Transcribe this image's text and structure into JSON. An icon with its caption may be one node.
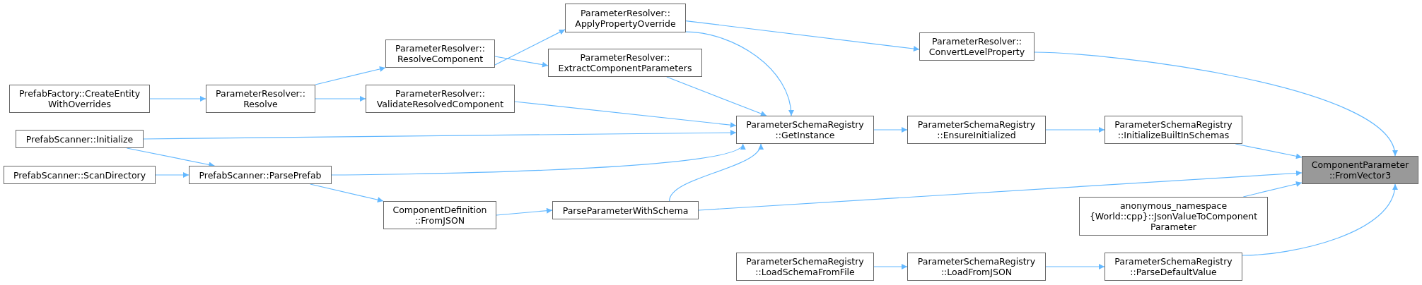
{
  "diagram": {
    "nodes": [
      {
        "text": [
          "PrefabFactory::CreateEntity WithOverrides"
        ]
      },
      {
        "text": [
          "ParameterResolver:: Resolve"
        ]
      },
      {
        "text": [
          "ParameterResolver:: ResolveComponent"
        ]
      },
      {
        "text": [
          "ParameterResolver:: ValidateResolvedComponent"
        ]
      },
      {
        "text": [
          "PrefabScanner::Initialize"
        ]
      },
      {
        "text": [
          "PrefabScanner::ScanDirectory"
        ]
      },
      {
        "text": [
          "PrefabScanner::ParsePrefab"
        ]
      },
      {
        "text": [
          "ComponentDefinition ::FromJSON"
        ]
      },
      {
        "text": [
          "ParameterResolver:: ApplyPropertyOverride"
        ]
      },
      {
        "text": [
          "ParameterResolver:: ExtractComponentParameters"
        ]
      },
      {
        "text": [
          "ParameterSchemaRegistry ::GetInstance"
        ]
      },
      {
        "text": [
          "ParseParameterWithSchema"
        ]
      },
      {
        "text": [
          "ParameterSchemaRegistry ::LoadSchemaFromFile"
        ]
      },
      {
        "text": [
          "ParameterResolver:: ConvertLevelProperty"
        ]
      },
      {
        "text": [
          "ParameterSchemaRegistry ::EnsureInitialized"
        ]
      },
      {
        "text": [
          "ParameterSchemaRegistry ::LoadFromJSON"
        ]
      },
      {
        "text": [
          "ParameterSchemaRegistry ::InitializeBuiltInSchemas"
        ]
      },
      {
        "text": [
          "anonymous_namespace {World::cpp}::JsonValueToComponent Parameter"
        ]
      },
      {
        "text": [
          "ParameterSchemaRegistry ::ParseDefaultValue"
        ]
      },
      {
        "text": [
          "ComponentParameter ::FromVector3"
        ]
      }
    ],
    "edges": [
      {
        "from": 0,
        "to": 1,
        "arrow": "to"
      },
      {
        "from": 1,
        "to": 2,
        "arrow": "to"
      },
      {
        "from": 1,
        "to": 3,
        "arrow": "to"
      },
      {
        "from": 4,
        "to": 6,
        "arrow": "to"
      },
      {
        "from": 5,
        "to": 6,
        "arrow": "to"
      },
      {
        "from": 6,
        "to": 7,
        "arrow": "to"
      },
      {
        "from": 2,
        "to": 8,
        "arrow": "to"
      },
      {
        "from": 2,
        "to": 9,
        "arrow": "to"
      },
      {
        "from": 3,
        "to": 10,
        "arrow": "to"
      },
      {
        "from": 4,
        "to": 10,
        "arrow": "to"
      },
      {
        "from": 6,
        "to": 10,
        "arrow": "to"
      },
      {
        "from": 7,
        "to": 11,
        "arrow": "to"
      },
      {
        "from": 8,
        "to": 10,
        "arrow": "to"
      },
      {
        "from": 9,
        "to": 10,
        "arrow": "to"
      },
      {
        "from": 11,
        "to": 10,
        "arrow": "to"
      },
      {
        "from": 8,
        "to": 13,
        "arrow": "to"
      },
      {
        "from": 10,
        "to": 14,
        "arrow": "to"
      },
      {
        "from": 12,
        "to": 15,
        "arrow": "to"
      },
      {
        "from": 13,
        "to": 19,
        "arrow": "to"
      },
      {
        "from": 14,
        "to": 16,
        "arrow": "to"
      },
      {
        "from": 16,
        "to": 19,
        "arrow": "to"
      },
      {
        "from": 11,
        "to": 19,
        "arrow": "to"
      },
      {
        "from": 17,
        "to": 19,
        "arrow": "to"
      },
      {
        "from": 15,
        "to": 18,
        "arrow": "to"
      },
      {
        "from": 18,
        "to": 19,
        "arrow": "to"
      }
    ]
  }
}
